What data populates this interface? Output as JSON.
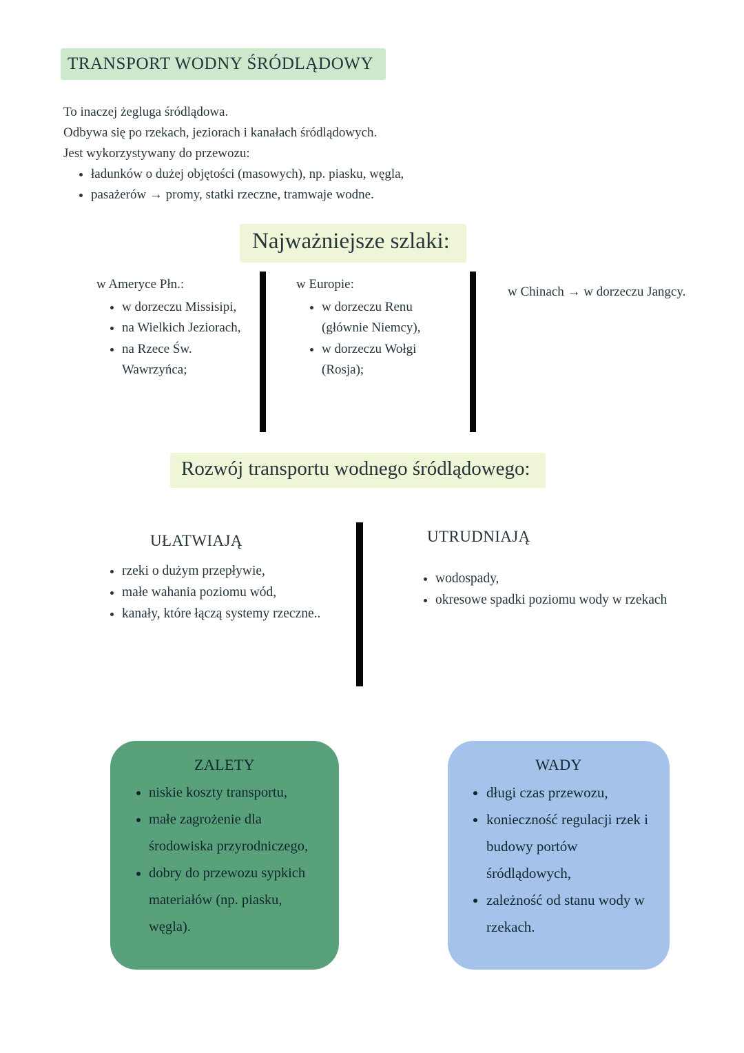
{
  "title": "TRANSPORT WODNY ŚRÓDLĄDOWY",
  "intro": {
    "line1": "To inaczej żegluga śródlądowa.",
    "line2": "Odbywa się po rzekach, jeziorach i kanałach śródlądowych.",
    "line3": "Jest wykorzystywany do przewozu:",
    "bullets": [
      "ładunków o dużej objętości (masowych), np. piasku, węgla,",
      "pasażerów → promy, statki rzeczne, tramwaje wodne."
    ]
  },
  "routes": {
    "heading": "Najważniejsze szlaki:",
    "america": {
      "title": "w Ameryce Płn.:",
      "bullets": [
        "w dorzeczu Missisipi,",
        "na Wielkich Jeziorach,",
        "na Rzece Św. Wawrzyńca;"
      ]
    },
    "europe": {
      "title": "w Europie:",
      "bullets": [
        "w dorzeczu Renu (głównie Niemcy),",
        "w dorzeczu Wołgi (Rosja);"
      ]
    },
    "china": "w Chinach → w dorzeczu Jangcy."
  },
  "development": {
    "heading": "Rozwój transportu wodnego śródlądowego:",
    "facilitate": {
      "title": "UŁATWIAJĄ",
      "bullets": [
        "rzeki o dużym przepływie,",
        "małe wahania poziomu wód,",
        "kanały, które łączą systemy rzeczne.."
      ]
    },
    "hinder": {
      "title": "UTRUDNIAJĄ",
      "bullets": [
        "wodospady,",
        "okresowe spadki poziomu wody w rzekach"
      ]
    }
  },
  "advantages": {
    "title": "ZALETY",
    "bullets": [
      "niskie koszty transportu,",
      "małe zagrożenie dla środowiska przyrodniczego,",
      "dobry do przewozu sypkich materiałów (np. piasku, węgla)."
    ]
  },
  "disadvantages": {
    "title": "WADY",
    "bullets": [
      "długi czas przewozu,",
      "konieczność regulacji rzek i budowy portów śródlądowych,",
      "zależność od stanu wody w rzekach."
    ]
  },
  "colors": {
    "title_highlight": "#cce9ce",
    "section_highlight": "#eff6d7",
    "advantages_box": "#58a17b",
    "disadvantages_box": "#a5c3ea",
    "divider": "#060606",
    "text": "#26343c"
  }
}
